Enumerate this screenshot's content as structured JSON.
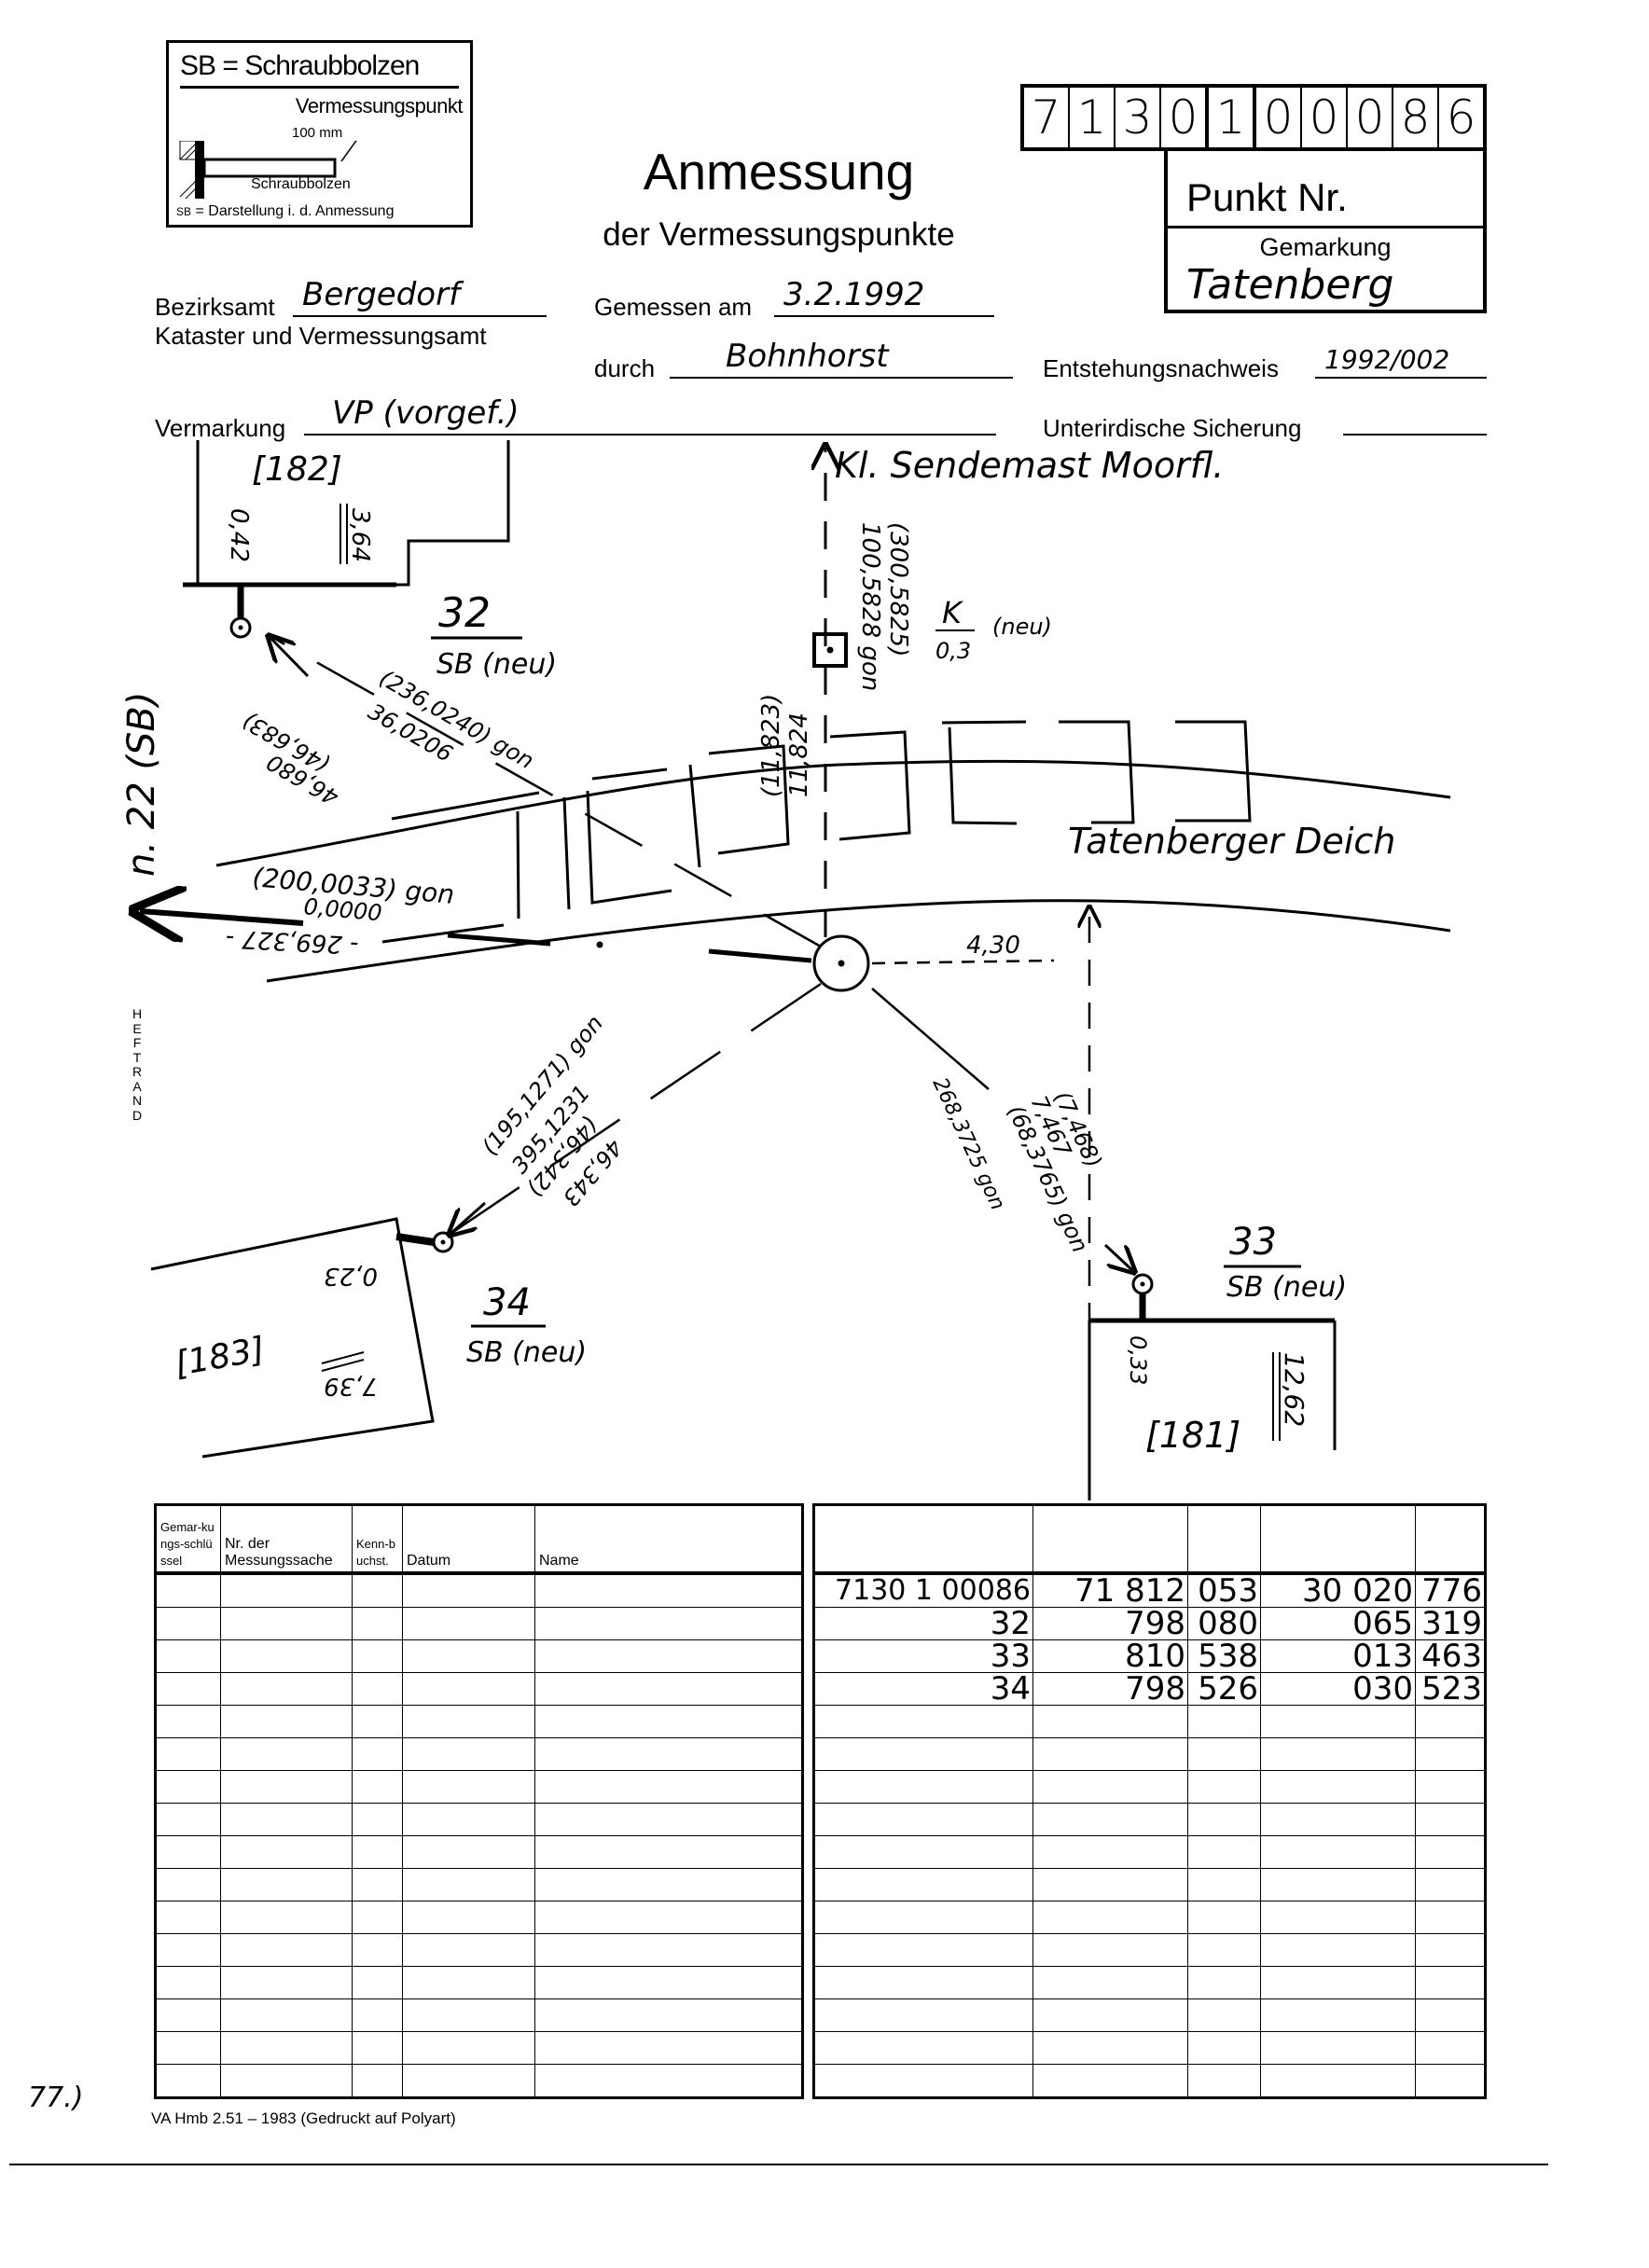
{
  "legend": {
    "title": "SB = Schraubbolzen",
    "vermessungspunkt": "Vermessungspunkt",
    "length": "100 mm",
    "schraubbolzen": "Schraubbolzen",
    "sb_symbol": "SB",
    "darstellung": "= Darstellung i. d. Anmessung"
  },
  "header": {
    "title": "Anmessung",
    "subtitle": "der Vermessungspunkte",
    "point_number_digits": [
      "7",
      "1",
      "3",
      "0",
      "1",
      "0",
      "0",
      "0",
      "8",
      "6"
    ],
    "punkt_nr_label": "Punkt Nr.",
    "gemarkung_label": "Gemarkung",
    "gemarkung_value": "Tatenberg"
  },
  "form": {
    "bezirksamt_label": "Bezirksamt",
    "bezirksamt_value": "Bergedorf",
    "kataster_label": "Kataster und Vermessungsamt",
    "gemessen_label": "Gemessen am",
    "gemessen_value": "3.2.1992",
    "durch_label": "durch",
    "durch_value": "Bohnhorst",
    "entstehung_label": "Entstehungsnachweis",
    "entstehung_value": "1992/002",
    "vermarkung_label": "Vermarkung",
    "vermarkung_value": "VP (vorgef.)",
    "sicherung_label": "Unterirdische Sicherung",
    "sicherung_value": ""
  },
  "sketch": {
    "building_182": "[182]",
    "building_183": "[183]",
    "building_181": "[181]",
    "dim_042": "0,42",
    "dim_364": "3,64",
    "dim_023": "0,23",
    "dim_739": "7,39",
    "dim_033": "0,33",
    "dim_1262": "12,62",
    "dim_430": "4,30",
    "point_32": "32",
    "point_33": "33",
    "point_34": "34",
    "sb_neu": "SB (neu)",
    "k_label": "K",
    "k_value": "0,3",
    "k_neu": "(neu)",
    "sendemast": "Kl. Sendemast Moorfl.",
    "street": "Tatenberger Deich",
    "n22": "n. 22 (SB)",
    "heftrand": "HEFTRAND",
    "dir_200": "(200,0033) gon",
    "dir_0": "0,0000",
    "dist_269": "- 269,327 -",
    "sendemast_dir1": "(300,5825)",
    "sendemast_dir2": "100,5828 gon",
    "sendemast_dist1": "(11,823)",
    "sendemast_dist2": "11,824",
    "p32_dir1": "(236,0240) gon",
    "p32_dir2": "36,0206",
    "p32_dist1": "(46,683)",
    "p32_dist2": "46,680",
    "p34_dir1": "(195,1271) gon",
    "p34_dir2": "395,1231",
    "p34_dist1": "(46,342)",
    "p34_dist2": "46,343",
    "p33_dir1": "(68,3765) gon",
    "p33_dir2": "268,3725 gon",
    "p33_dist1": "(7,468)",
    "p33_dist2": "7,467"
  },
  "left_table": {
    "headers": [
      "Gemar-kungs-schlüssel",
      "Nr. der Messungssache",
      "Kenn-buchst.",
      "Datum",
      "Name"
    ]
  },
  "right_table": {
    "rows": [
      [
        "7130 1 00086",
        "71 812",
        "053",
        "30 020",
        "776"
      ],
      [
        "32",
        "798",
        "080",
        "065",
        "319"
      ],
      [
        "33",
        "810",
        "538",
        "013",
        "463"
      ],
      [
        "34",
        "798",
        "526",
        "030",
        "523"
      ]
    ]
  },
  "footer": {
    "print_note": "VA Hmb 2.51 – 1983 (Gedruckt auf Polyart)",
    "margin_note": "77.)"
  }
}
